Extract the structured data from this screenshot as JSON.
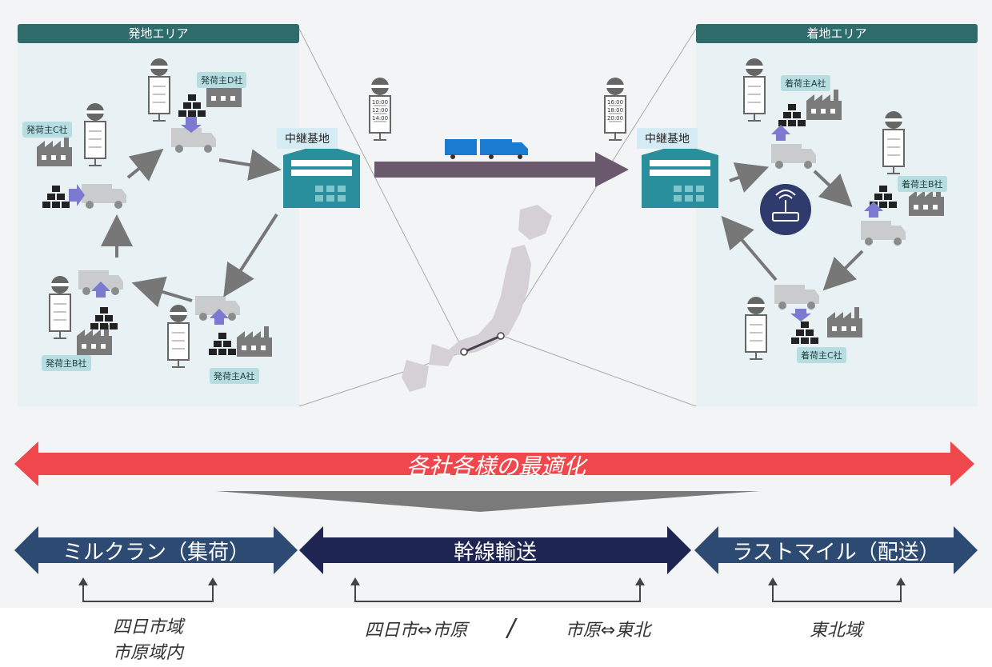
{
  "origin_area": {
    "title": "発地エリア",
    "shippers": [
      "発荷主D社",
      "発荷主C社",
      "発荷主B社",
      "発荷主A社"
    ]
  },
  "destination_area": {
    "title": "着地エリア",
    "consignees": [
      "着荷主A社",
      "着荷主B社",
      "着荷主C社"
    ]
  },
  "hubs": {
    "origin_label": "中継基地",
    "destination_label": "中継基地"
  },
  "schedules": {
    "origin_hub": [
      "10:00",
      "12:00",
      "14:00"
    ],
    "destination_hub": [
      "16:00",
      "18:00",
      "20:00"
    ]
  },
  "optimization_banner": "各社各様の最適化",
  "segments": [
    {
      "label": "ミルクラン（集荷）",
      "color": "#2c4a72"
    },
    {
      "label": "幹線輸送",
      "color": "#1f2552"
    },
    {
      "label": "ラストマイル（配送）",
      "color": "#2c4a72"
    }
  ],
  "segment_areas": {
    "milk_run_line1": "四日市域",
    "milk_run_line2": "市原域内",
    "trunk_left": "四日市⇔市原",
    "separator": "/",
    "trunk_right": "市原⇔東北",
    "last_mile": "東北域"
  },
  "colors": {
    "header": "#2f6b6b",
    "panel": "#e8f1f3",
    "red_arrow": "#f0474c",
    "trunk_arrow": "#6b5a6e",
    "hub": "#2a8f9c"
  }
}
